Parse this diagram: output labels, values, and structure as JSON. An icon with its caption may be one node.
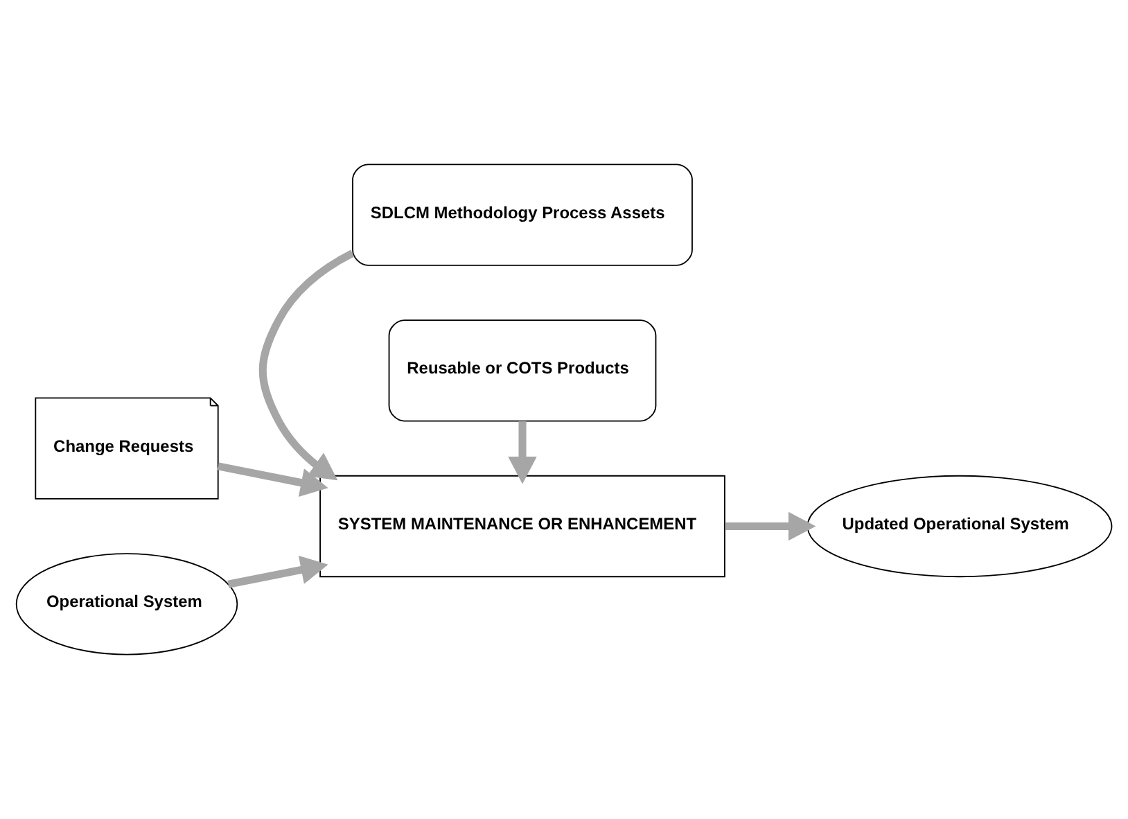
{
  "diagram": {
    "nodes": [
      {
        "text": [
          "SDLCM Methodology Process Assets"
        ]
      },
      {
        "text": [
          "Change Requests"
        ]
      },
      {
        "text": [
          "SYSTEM MAINTENANCE OR ENHANCEMENT"
        ]
      },
      {
        "text": [
          "Updated Operational System"
        ]
      },
      {
        "text": [
          "Operational System"
        ]
      },
      {
        "text": [
          "Reusable or COTS Products"
        ]
      }
    ],
    "edges": [
      {
        "from": 0,
        "to": 2,
        "arrow": "to"
      },
      {
        "from": 1,
        "to": 2,
        "arrow": "to"
      },
      {
        "from": 2,
        "to": 3,
        "arrow": "to"
      },
      {
        "from": 4,
        "to": 2,
        "arrow": "to"
      },
      {
        "from": 5,
        "to": 2,
        "arrow": "to"
      }
    ]
  }
}
